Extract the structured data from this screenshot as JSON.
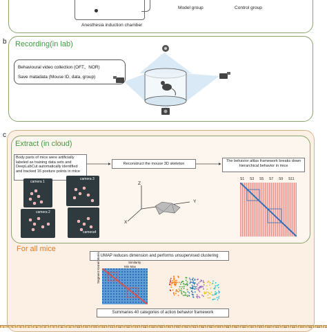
{
  "panel_a": {
    "chamber_label": "Anesthesia induction chamber",
    "model_group": "Model group",
    "control_group": "Control group"
  },
  "panel_b": {
    "letter": "b",
    "title": "Recording(in lab)",
    "line1": "Behavioural video collection (OFT、NOR)",
    "line2": "Save matadata (Mouse ID, data, group)"
  },
  "panel_c": {
    "letter": "c",
    "extract_title": "Extract (in cloud)",
    "step1": "Body parts of mice were artificially labeled as training data sets and DeepLabCut automatically identified and tracked 16 posture points in mice",
    "step2": "Reconstruct the mouse 3D skeleton",
    "step3": "The behavior altlas framework breaks down hierarchical behavior in mice",
    "camera_labels": [
      "camera 1",
      "camera 3",
      "camera 2",
      "camera4"
    ],
    "axes": {
      "z": "Z",
      "y": "Y",
      "x": "X"
    },
    "matrix_labels": [
      "S1",
      "S3",
      "S5",
      "S7",
      "S9",
      "S11"
    ],
    "for_all_title": "For all mice",
    "umap": "UMAP reduces dimension and performs unsupervised clustering",
    "summary": "Summaries 40 categories of action behavior framework",
    "heatmap_side": "Segment Kernel Matrix",
    "heatmap_top": "Similarity",
    "heatmap_scale": "Min Max",
    "categories": [
      "1",
      "2",
      "3",
      "4",
      "5",
      "6",
      "7",
      "8",
      "9",
      "10",
      "11",
      "12",
      "13",
      "14",
      "15",
      "16",
      "17",
      "18",
      "19",
      "20",
      "21",
      "22",
      "23",
      "24",
      "25",
      "26",
      "27",
      "28",
      "29",
      "30",
      "31",
      "32",
      "33",
      "34",
      "35",
      "36",
      "37",
      "38",
      "39",
      "40"
    ]
  },
  "colors": {
    "panel_border": "#8aa36a",
    "panel_c_bg": "#fcefe3",
    "green_title": "#3f9b3f",
    "orange_title": "#e07a2a",
    "matrix_red": "#d9534f",
    "matrix_blue": "#2f6fb6"
  }
}
